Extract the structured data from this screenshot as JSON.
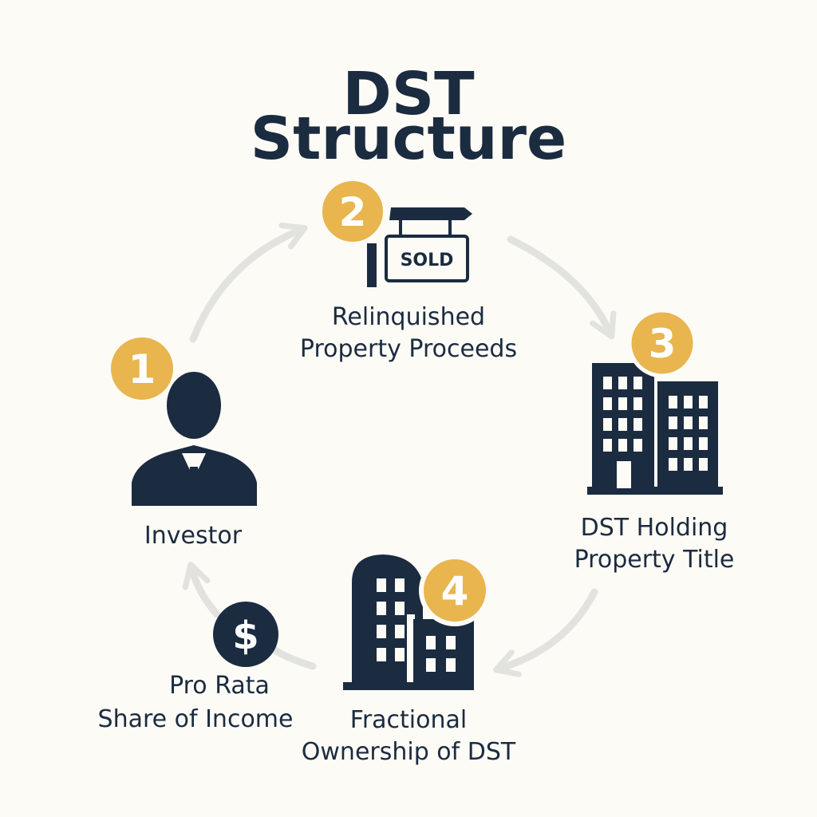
{
  "title": {
    "line1": "DST",
    "line2": "Structure"
  },
  "steps": [
    {
      "number": "1",
      "label_lines": [
        "Investor"
      ],
      "icon": "investor-silhouette-icon"
    },
    {
      "number": "2",
      "label_lines": [
        "Relinquished",
        "Property Proceeds"
      ],
      "icon": "sold-sign-icon",
      "sign_text": "SOLD"
    },
    {
      "number": "3",
      "label_lines": [
        "DST Holding",
        "Property Title"
      ],
      "icon": "office-buildings-icon"
    },
    {
      "number": "4",
      "label_lines": [
        "Fractional",
        "Ownership of DST"
      ],
      "icon": "office-buildings-icon"
    }
  ],
  "income": {
    "symbol": "$",
    "label_lines": [
      "Pro Rata",
      "Share of Income"
    ],
    "icon": "dollar-icon"
  },
  "colors": {
    "navy": "#1b2b40",
    "gold": "#e8b54e",
    "arrow": "#e2e2de",
    "background": "#fdfbf6"
  }
}
